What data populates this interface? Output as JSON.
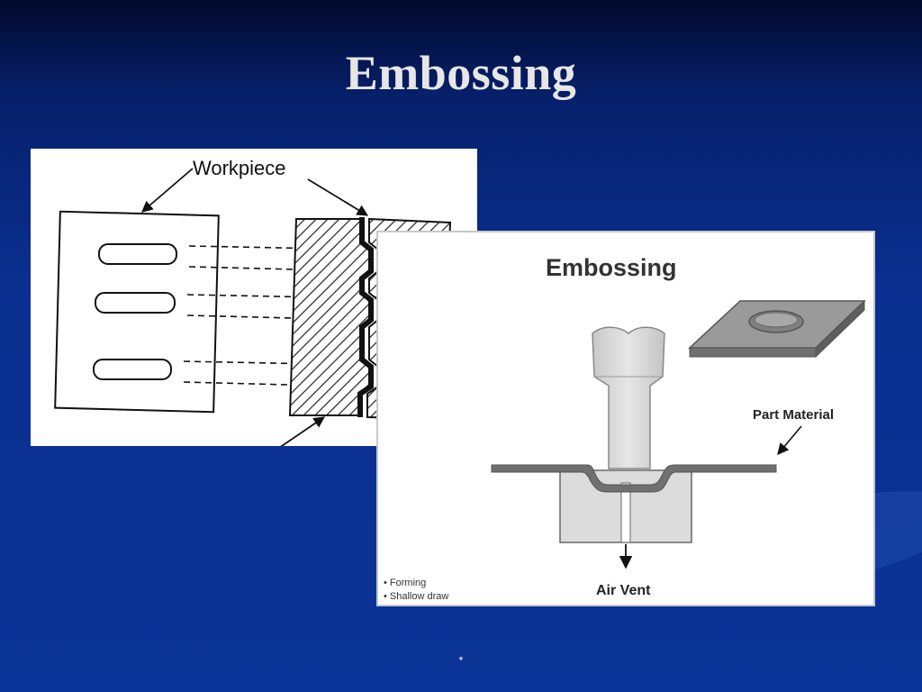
{
  "slide": {
    "title": "Embossing",
    "footer_mark": "*"
  },
  "left_figure": {
    "callout_label": "Workpiece",
    "slot_count": 3
  },
  "right_figure": {
    "title": "Embossing",
    "part_label": "Part Material",
    "vent_label": "Air Vent",
    "notes": [
      "• Forming",
      "• Shallow  draw"
    ]
  },
  "colors": {
    "background": "#0a2f8f",
    "title_text": "#e6e6e6",
    "part_material": "#707070",
    "punch": "#d8d8d8"
  }
}
